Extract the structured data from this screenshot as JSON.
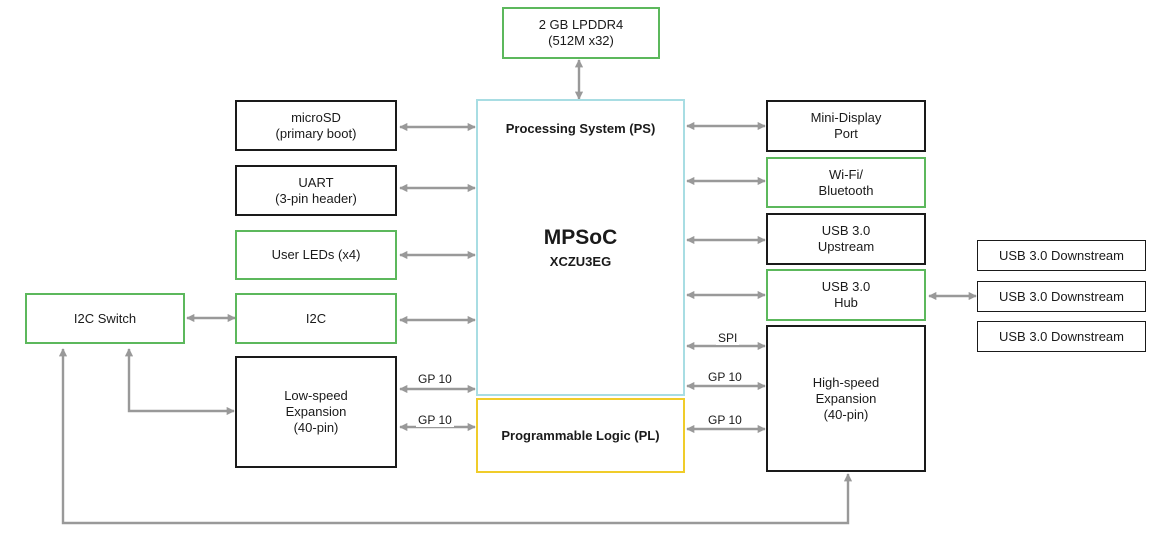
{
  "colors": {
    "black_border": "#1a1a1a",
    "green_border": "#5cb85c",
    "ps_border": "#a8dde3",
    "pl_border": "#f0cc2a",
    "arrow": "#999999"
  },
  "center": {
    "ps_label": "Processing System (PS)",
    "mpsoc_title": "MPSoC",
    "mpsoc_part": "XCZU3EG",
    "pl_label": "Programmable Logic (PL)"
  },
  "memory": {
    "label": "2 GB LPDDR4\n(512M x32)"
  },
  "left": {
    "microsd": "microSD\n(primary boot)",
    "uart": "UART\n(3-pin header)",
    "user_leds": "User LEDs (x4)",
    "i2c": "I2C",
    "low_speed": "Low-speed\nExpansion\n(40-pin)",
    "i2c_switch": "I2C Switch"
  },
  "right": {
    "mini_display": "Mini-Display\nPort",
    "wifi": "Wi-Fi/\nBluetooth",
    "usb_upstream": "USB 3.0\nUpstream",
    "usb_hub": "USB 3.0\nHub",
    "high_speed": "High-speed\nExpansion\n(40-pin)"
  },
  "far_right": {
    "downstream": [
      "USB 3.0 Downstream",
      "USB 3.0 Downstream",
      "USB 3.0 Downstream"
    ]
  },
  "link_labels": {
    "spi": "SPI",
    "gp_left_top": "GP 10",
    "gp_left_bottom": "GP 10",
    "gp_right_top": "GP 10",
    "gp_right_bottom": "GP 10"
  }
}
